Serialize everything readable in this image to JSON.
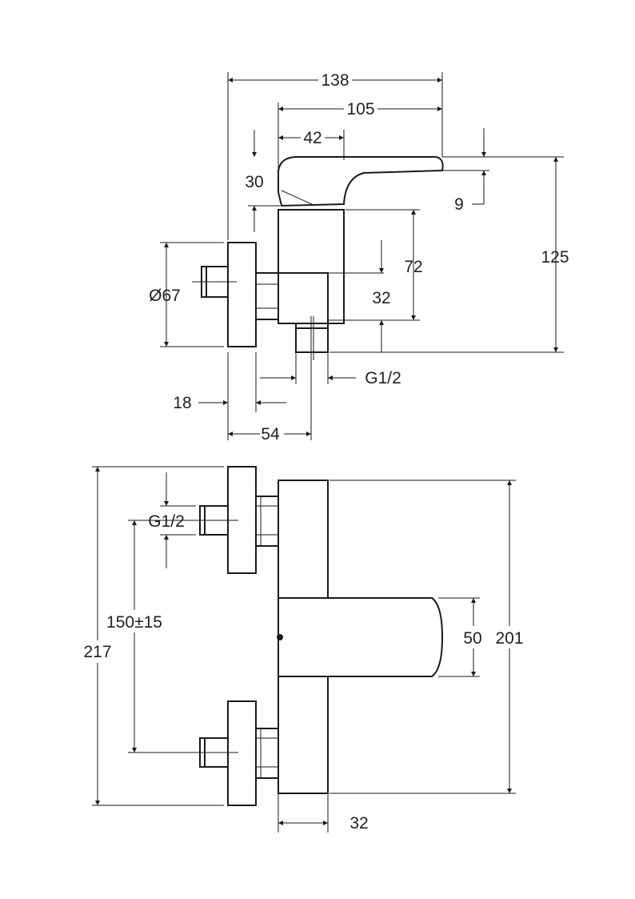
{
  "side_view": {
    "width_overall": "138",
    "body_to_lever_tip": "105",
    "lever_base": "42",
    "lever_height": "30",
    "lever_tip_thickness": "9",
    "total_height": "125",
    "body_height": "72",
    "outlet_height": "32",
    "rosette_diameter": "Ø67",
    "outlet_thread": "G1/2",
    "rosette_thickness": "18",
    "wall_to_outlet": "54"
  },
  "front_view": {
    "inlet_thread": "G1/2",
    "inlet_spacing": "150±15",
    "overall_height": "217",
    "lever_width": "50",
    "body_height": "201",
    "body_width": "32"
  }
}
